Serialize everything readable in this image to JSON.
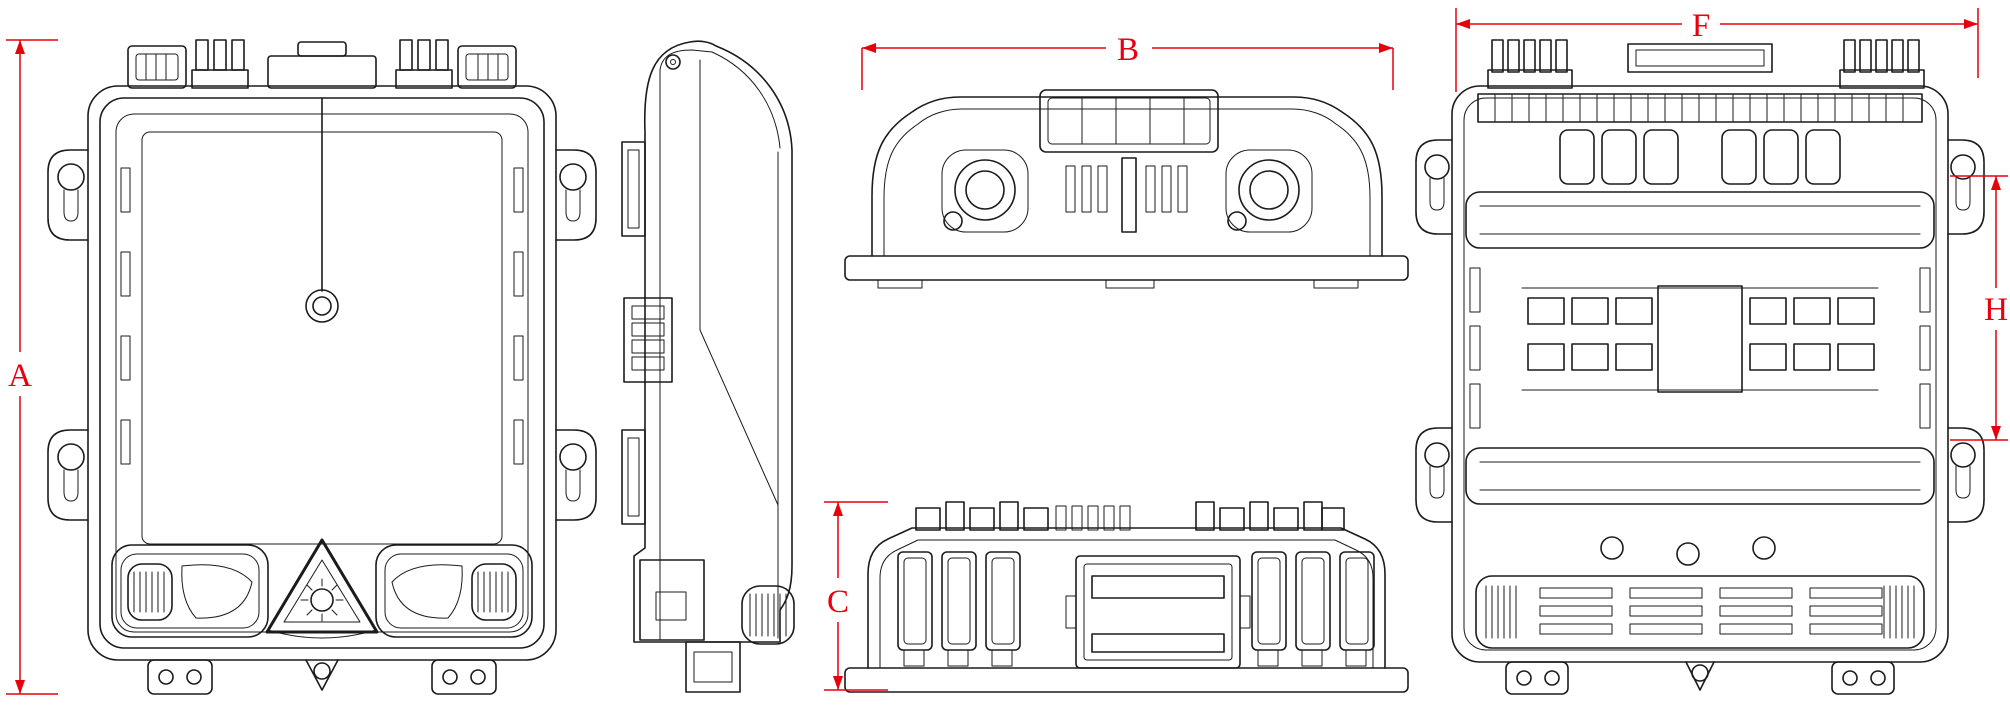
{
  "drawing": {
    "paper_color": "#ffffff",
    "ink_color": "#1b1b1b",
    "dimension_color": "#e8000d",
    "views": [
      {
        "id": "front-view"
      },
      {
        "id": "side-view"
      },
      {
        "id": "top-view"
      },
      {
        "id": "bottom-view"
      },
      {
        "id": "rear-view"
      }
    ],
    "dimensions": {
      "A": {
        "label": "A",
        "orientation": "vertical",
        "attached_view": "front-view"
      },
      "B": {
        "label": "B",
        "orientation": "horizontal",
        "attached_view": "top-view"
      },
      "C": {
        "label": "C",
        "orientation": "vertical",
        "attached_view": "bottom-view"
      },
      "F": {
        "label": "F",
        "orientation": "horizontal",
        "attached_view": "rear-view"
      },
      "H": {
        "label": "H",
        "orientation": "vertical",
        "attached_view": "rear-view"
      }
    }
  }
}
